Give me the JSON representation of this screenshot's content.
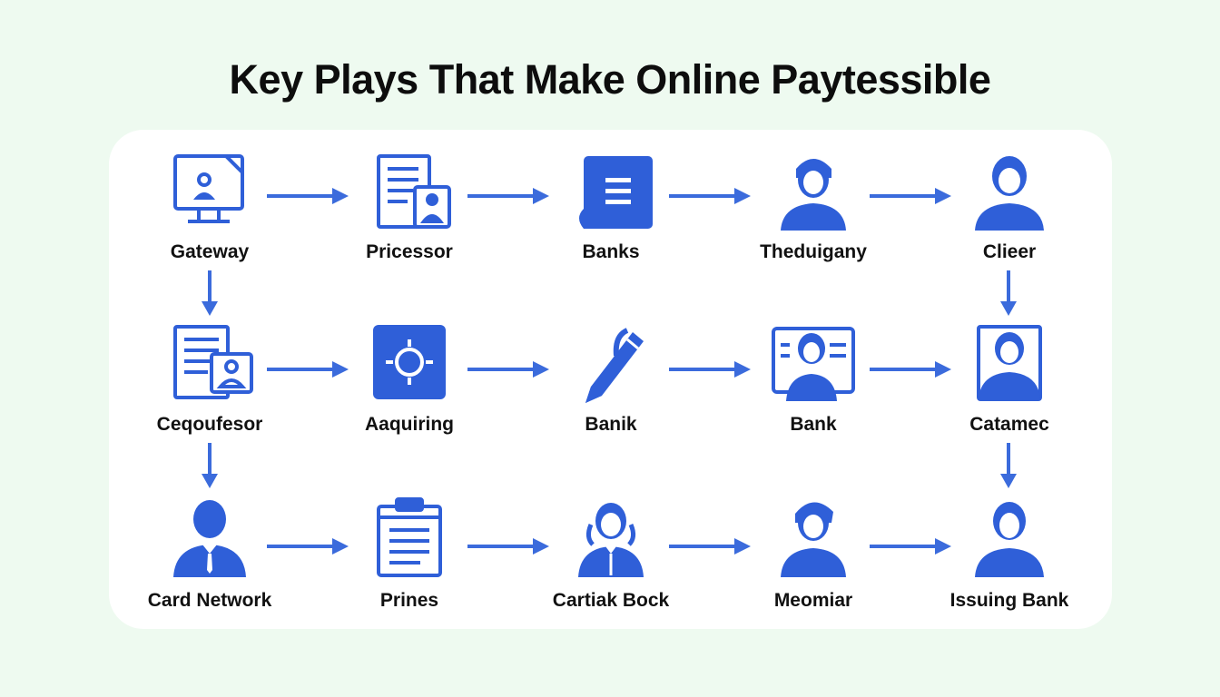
{
  "title": "Key Plays That Make Online Paytessible",
  "accent_color": "#2f5fd8",
  "nodes": [
    {
      "label": "Gateway",
      "icon": "monitor-document-icon"
    },
    {
      "label": "Pricessor",
      "icon": "document-person-icon"
    },
    {
      "label": "Banks",
      "icon": "ledger-book-icon"
    },
    {
      "label": "Theduigany",
      "icon": "person-icon"
    },
    {
      "label": "Clieer",
      "icon": "person-icon"
    },
    {
      "label": "Ceqoufesor",
      "icon": "document-id-card-icon"
    },
    {
      "label": "Aaquiring",
      "icon": "target-icon"
    },
    {
      "label": "Banik",
      "icon": "pen-icon"
    },
    {
      "label": "Bank",
      "icon": "id-card-person-icon"
    },
    {
      "label": "Catamec",
      "icon": "framed-person-icon"
    },
    {
      "label": "Card Network",
      "icon": "businessman-icon"
    },
    {
      "label": "Prines",
      "icon": "clipboard-icon"
    },
    {
      "label": "Cartiak Bock",
      "icon": "person-headset-icon"
    },
    {
      "label": "Meomiar",
      "icon": "person-icon"
    },
    {
      "label": "Issuing Bank",
      "icon": "person-icon"
    }
  ]
}
